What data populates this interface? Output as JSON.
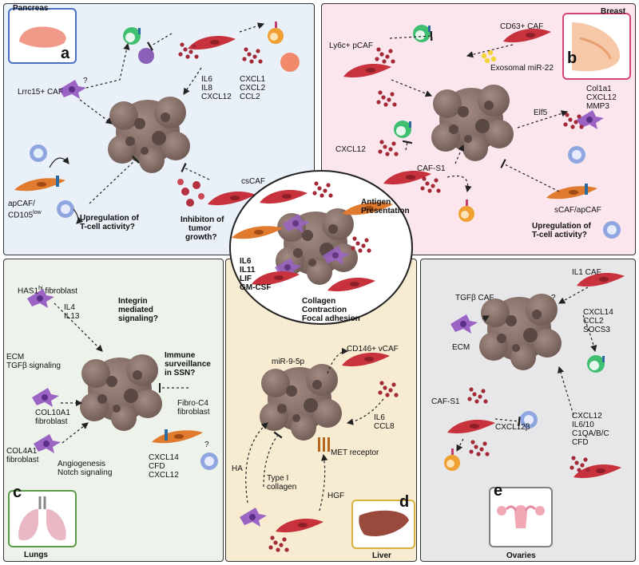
{
  "organs": {
    "pancreas": "Pancreas",
    "breast": "Breast",
    "lungs": "Lungs",
    "liver": "Liver",
    "ovaries": "Ovaries"
  },
  "panel_letters": {
    "a": "a",
    "b": "b",
    "c": "c",
    "d": "d",
    "e": "e"
  },
  "panel_a": {
    "lrrc15": "Lrrc15+ CAF",
    "question": "?",
    "il_list": [
      "IL6",
      "IL8",
      "CXCL12"
    ],
    "cxcl_list": [
      "CXCL1",
      "CXCL2",
      "CCL2"
    ],
    "apcaf_line1": "apCAF/",
    "apcaf_line2": "CD105",
    "apcaf_sup": "low",
    "upreg_line1": "Upregulation of",
    "upreg_line2": "T-cell activity?",
    "cscaf": "csCAF",
    "inhib": [
      "Inhibiton of",
      "tumor",
      "growth?"
    ]
  },
  "panel_b": {
    "ly6c": "Ly6c+ pCAF",
    "cd63": "CD63+ CAF",
    "exosomal": "Exosomal miR-22",
    "col_list": [
      "Col1a1",
      "CXCL12",
      "MMP3"
    ],
    "elf5": "Elf5",
    "cxcl12": "CXCL12",
    "cafs1": "CAF-S1",
    "scaf": "sCAF/apCAF",
    "upreg_line1": "Upregulation of",
    "upreg_line2": "T-cell activity?"
  },
  "center": {
    "antigen_line1": "Antigen",
    "antigen_line2": "Presentation",
    "left_list": [
      "IL6",
      "IL11",
      "LIF",
      "GM-CSF"
    ],
    "bottom_list": [
      "Collagen",
      "Contraction",
      "Focal adhesion"
    ]
  },
  "panel_c": {
    "has1_main": "HAS1",
    "has1_sup": "hi",
    "has1_tail": " fibroblast",
    "il_list": [
      "IL4",
      "IL13"
    ],
    "integrin": [
      "Integrin",
      "mediated",
      "signaling?"
    ],
    "ecm_line1": "ECM",
    "ecm_line2": "TGFβ signaling",
    "col10_line1": "COL10A1",
    "col10_line2": "fibroblast",
    "immune": [
      "Immune",
      "surveillance",
      "in SSN?"
    ],
    "fibro_line1": "Fibro-C4",
    "fibro_line2": "fibroblast",
    "col4_line1": "COL4A1",
    "col4_line2": "fibroblast",
    "angio": "Angiogenesis",
    "notch": "Notch signaling",
    "cxcl_list": [
      "CXCL14",
      "CFD",
      "CXCL12"
    ],
    "question": "?"
  },
  "panel_d": {
    "mir": "miR-9-5p",
    "cd146": "CD146+ vCAF",
    "il_list": [
      "IL6",
      "CCL8"
    ],
    "met": "MET receptor",
    "ha": "HA",
    "type1_line1": "Type I",
    "type1_line2": "collagen",
    "hgf": "HGF"
  },
  "panel_e": {
    "tgfb_caf": "TGFβ CAF",
    "il1_caf": "IL1 CAF",
    "question": "?",
    "ecm": "ECM",
    "cxcl14_list": [
      "CXCL14",
      "CCL2",
      "SOCS3"
    ],
    "cafs1": "CAF-S1",
    "cxcl12b": "CXCL12β",
    "bottom_list": [
      "CXCL12",
      "IL6/10",
      "C1QA/B/C",
      "CFD"
    ]
  },
  "colors": {
    "tumor": "#8a736b",
    "caf_red": "#c8323d",
    "caf_orange": "#e07a2f",
    "caf_purple": "#9a63c4",
    "tcell_green": "#3fbf70",
    "tcell_blue": "#8fa6e0",
    "orange_cell": "#f0a030"
  }
}
